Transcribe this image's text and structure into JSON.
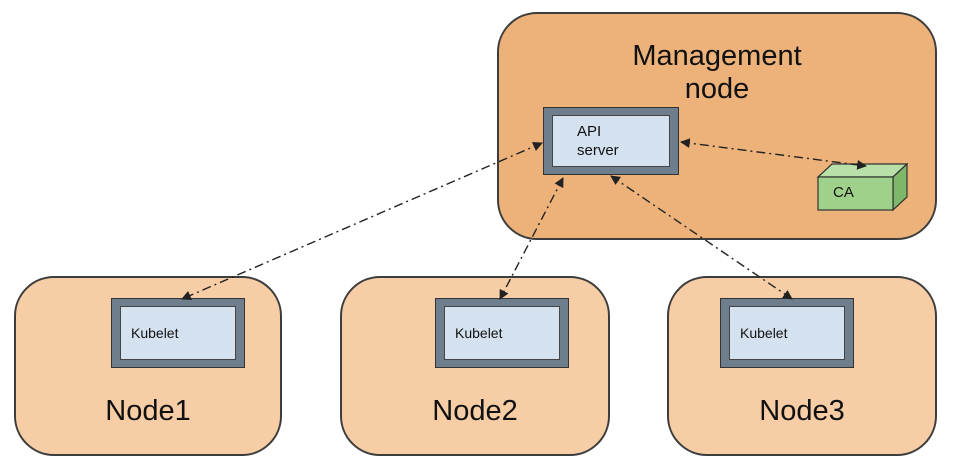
{
  "management": {
    "title_line1": "Management",
    "title_line2": "node"
  },
  "api_server": {
    "line1": "API",
    "line2": "server"
  },
  "ca": {
    "label": "CA"
  },
  "nodes": [
    {
      "title": "Node1",
      "component": "Kubelet"
    },
    {
      "title": "Node2",
      "component": "Kubelet"
    },
    {
      "title": "Node3",
      "component": "Kubelet"
    }
  ],
  "colors": {
    "management_fill": "#edb27a",
    "node_fill": "#f6cda5",
    "component_fill": "#d4e2f0",
    "ca_fill": "#9fd18a",
    "outline": "#3d3d3d"
  }
}
